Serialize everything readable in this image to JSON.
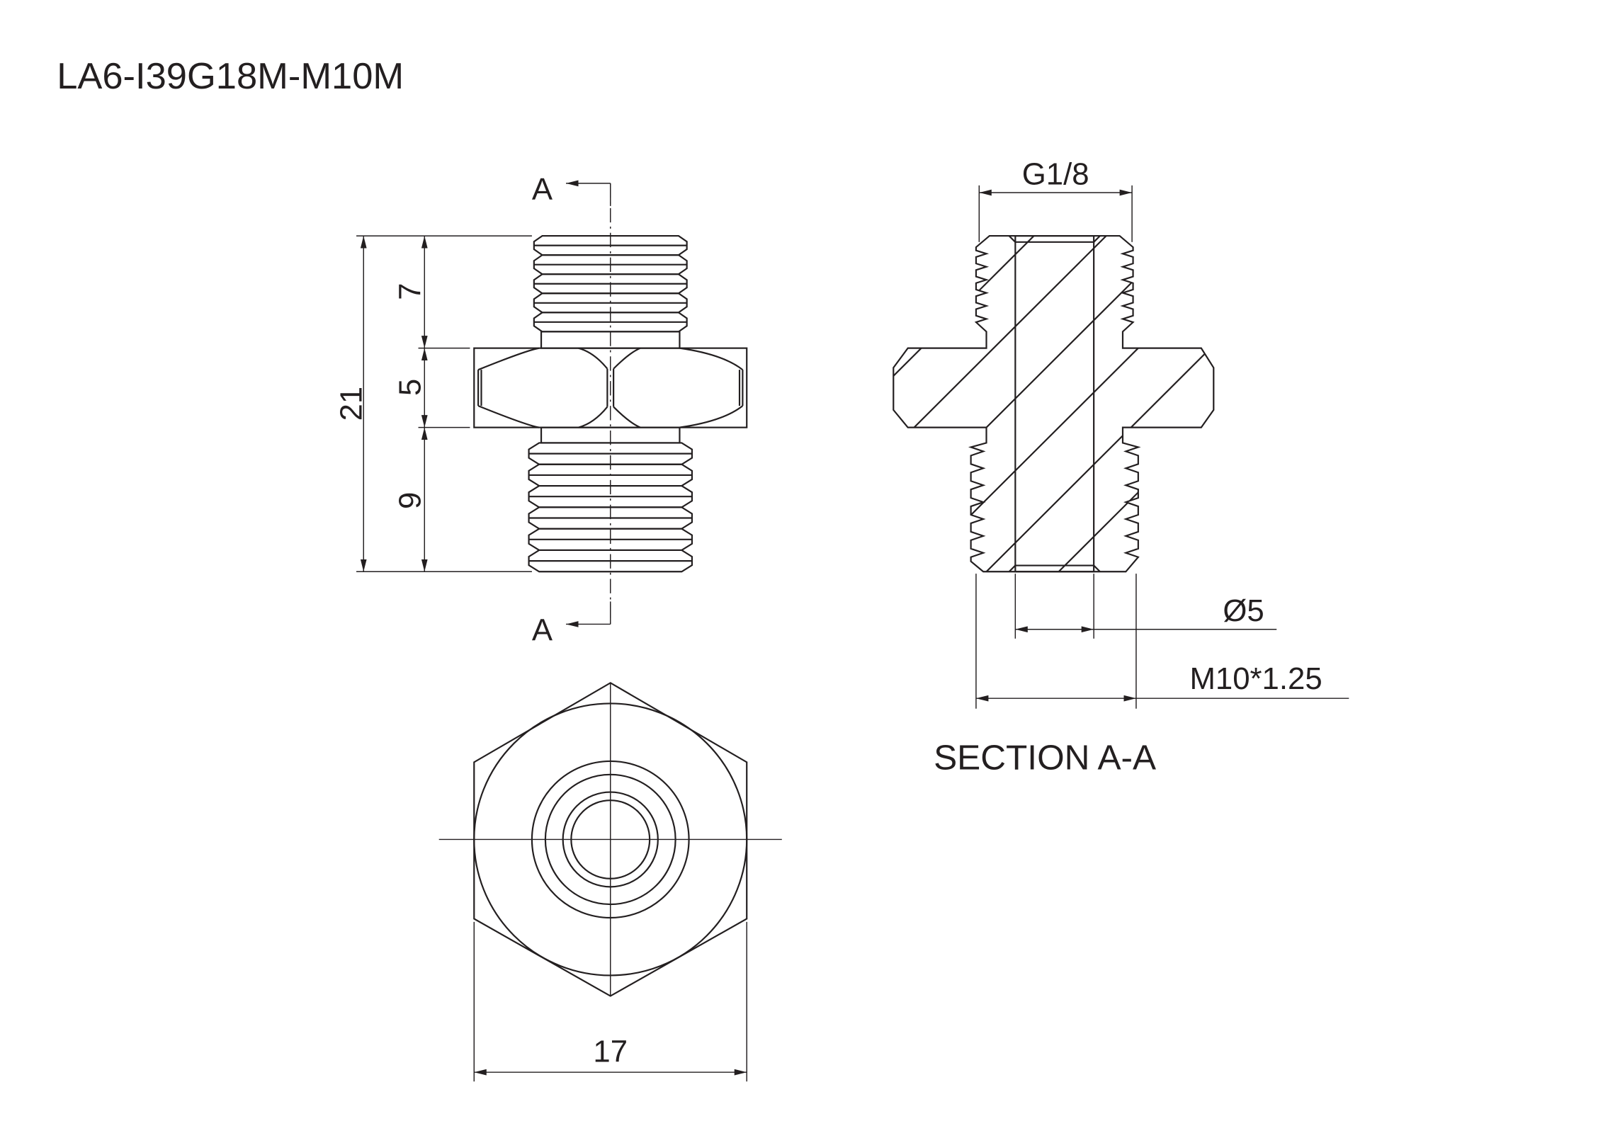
{
  "title": "LA6-I39G18M-M10M",
  "front_view": {
    "section_marker_top": "A",
    "section_marker_bottom": "A",
    "dimensions": {
      "overall_length": "21",
      "top_thread_length": "7",
      "hex_thickness": "5",
      "bottom_thread_length": "9"
    }
  },
  "end_view": {
    "dimensions": {
      "hex_across_flats": "17"
    }
  },
  "section_view": {
    "label": "SECTION A-A",
    "dimensions": {
      "top_thread": "G1/8",
      "bore_diameter": "Ø5",
      "bottom_thread": "M10*1.25"
    }
  }
}
